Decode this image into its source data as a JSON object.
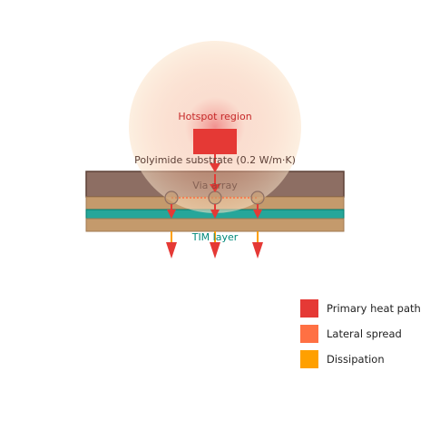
{
  "labels": {
    "hotspot": "Hotspot region",
    "substrate": "Polyimide substrate (0.2 W/m·K)",
    "via_array": "Via array",
    "tim": "TIM layer"
  },
  "legend": [
    {
      "label": "Primary heat path",
      "color": "#e53935"
    },
    {
      "label": "Lateral spread",
      "color": "#ff7043"
    },
    {
      "label": "Dissipation",
      "color": "#ffa000"
    }
  ],
  "colors": {
    "hotspot": "#e53935",
    "hotspot_label": "#c62828",
    "substrate": "#8d6e63",
    "substrate_border": "#5d4037",
    "copper": "#c49a6c",
    "tim": "#26a69a",
    "tim_label": "#00897b",
    "arrow_primary": "#e53935",
    "arrow_lateral": "#ff7043",
    "arrow_dissipation": "#ffa000"
  }
}
